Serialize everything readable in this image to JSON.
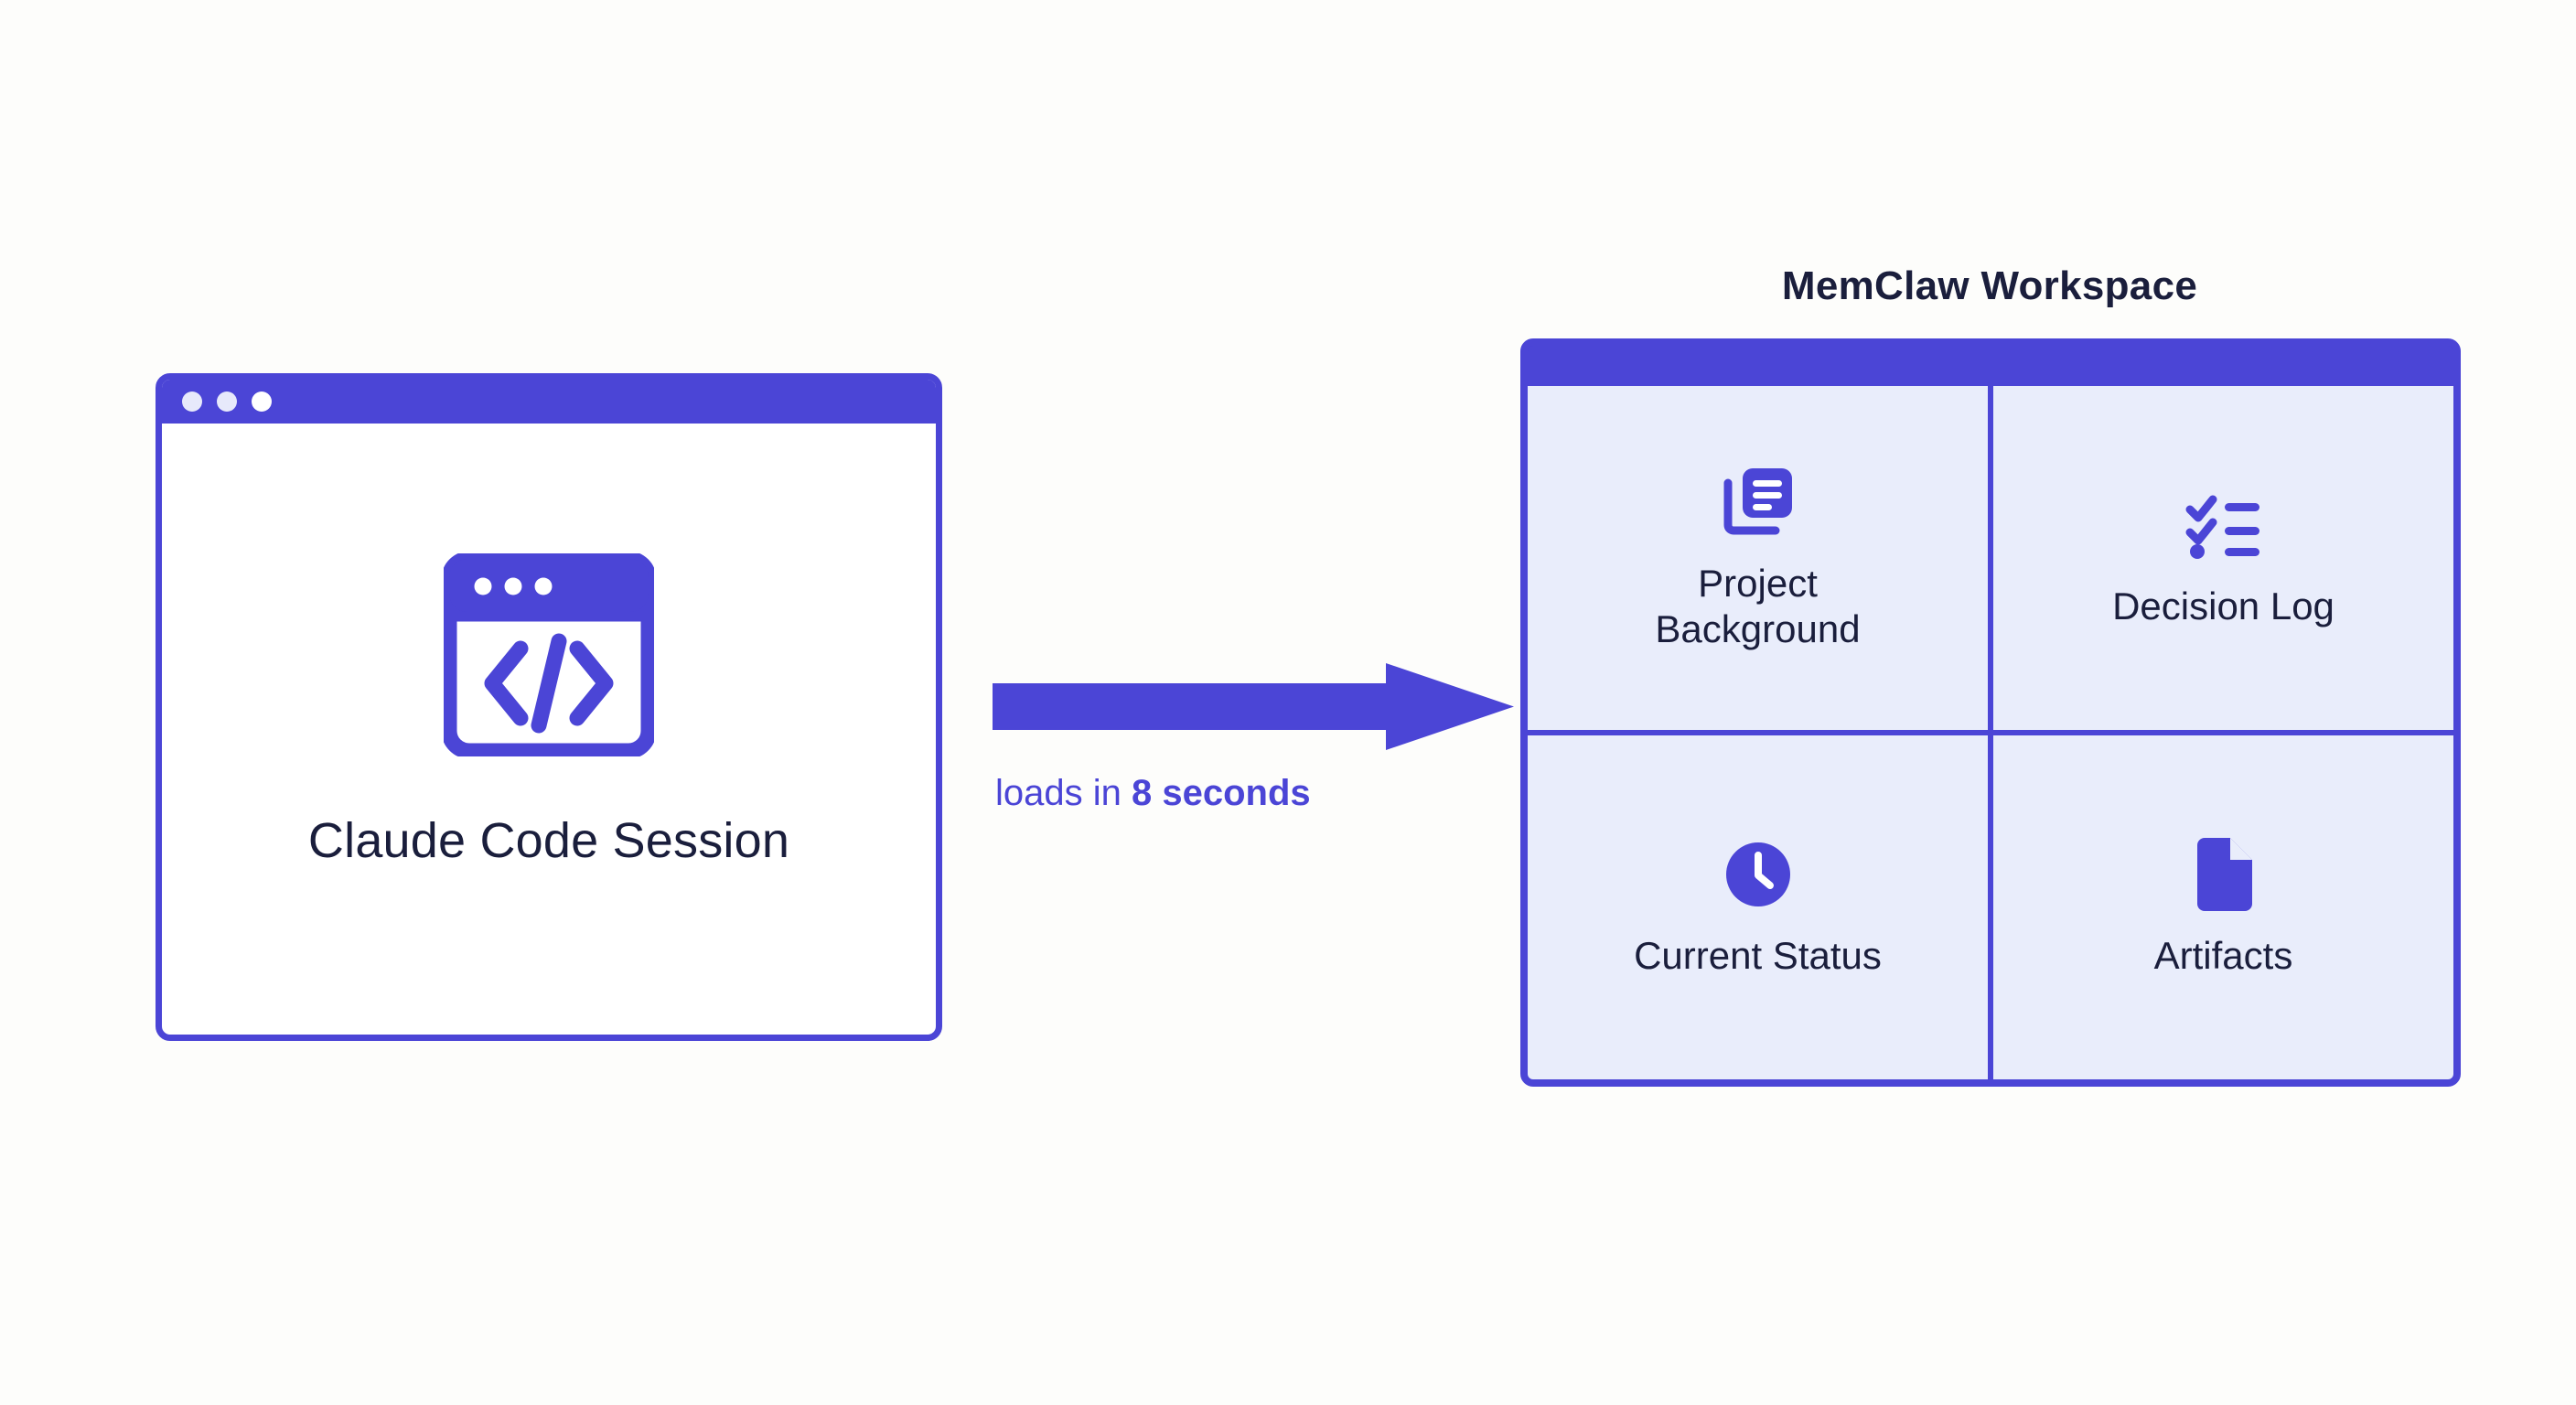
{
  "theme": {
    "accent": "#4b45d6",
    "page_background": "#fdfdfb",
    "panel_fill": "#e9edfb",
    "text_dark": "#1a1e3c"
  },
  "session_window": {
    "icon": "code-window-icon",
    "label": "Claude Code Session",
    "titlebar_dots": [
      "dot-1",
      "dot-2",
      "dot-3"
    ]
  },
  "arrow": {
    "icon": "right-arrow-icon",
    "caption_prefix": "loads in ",
    "caption_emphasis": "8 seconds"
  },
  "workspace": {
    "title": "MemClaw Workspace",
    "quadrants": [
      {
        "icon": "documents-stack-icon",
        "label": "Project\nBackground"
      },
      {
        "icon": "checklist-icon",
        "label": "Decision Log"
      },
      {
        "icon": "clock-icon",
        "label": "Current Status"
      },
      {
        "icon": "file-icon",
        "label": "Artifacts"
      }
    ]
  }
}
